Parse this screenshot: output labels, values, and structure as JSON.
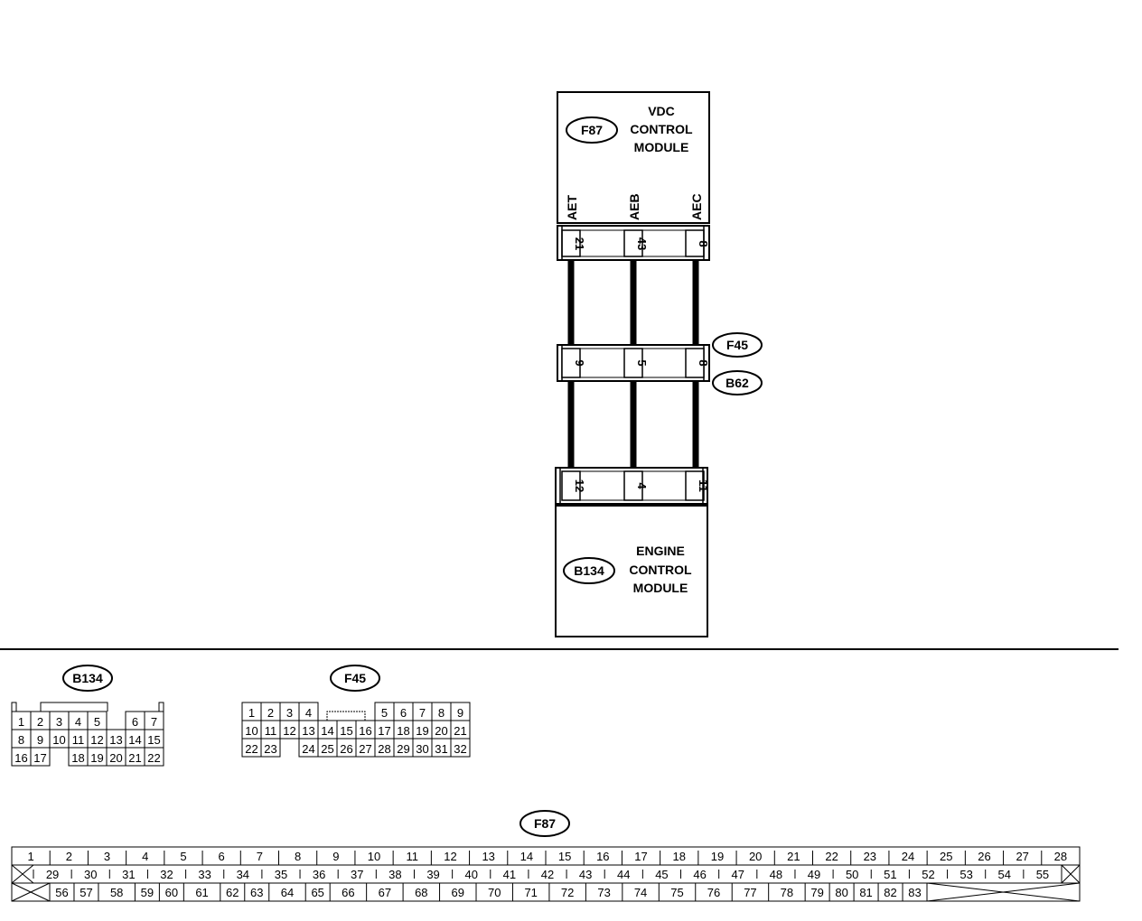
{
  "modules": {
    "vdc": {
      "badge": "F87",
      "name_lines": [
        "VDC",
        "CONTROL",
        "MODULE"
      ],
      "signals": [
        "AET",
        "AEB",
        "AEC"
      ],
      "pins": [
        "21",
        "43",
        "8"
      ]
    },
    "joint": {
      "pins": [
        "9",
        "5",
        "8"
      ],
      "badge_top": "F45",
      "badge_bottom": "B62"
    },
    "ecm": {
      "badge": "B134",
      "name_lines": [
        "ENGINE",
        "CONTROL",
        "MODULE"
      ],
      "pins": [
        "12",
        "4",
        "11"
      ]
    }
  },
  "connectors": {
    "b134": {
      "badge": "B134",
      "rows": [
        [
          "1",
          "2",
          "3",
          "4",
          "5",
          "",
          "6",
          "7"
        ],
        [
          "8",
          "9",
          "10",
          "11",
          "12",
          "13",
          "14",
          "15"
        ],
        [
          "16",
          "17",
          "",
          "18",
          "19",
          "20",
          "21",
          "22"
        ]
      ]
    },
    "f45": {
      "badge": "F45",
      "rows": [
        [
          "1",
          "2",
          "3",
          "4",
          "",
          "",
          "",
          "5",
          "6",
          "7",
          "8",
          "9"
        ],
        [
          "10",
          "11",
          "12",
          "13",
          "14",
          "15",
          "16",
          "17",
          "18",
          "19",
          "20",
          "21"
        ],
        [
          "22",
          "23",
          "",
          "24",
          "25",
          "26",
          "27",
          "28",
          "29",
          "30",
          "31",
          "32"
        ]
      ]
    },
    "f87": {
      "badge": "F87",
      "row1": [
        "1",
        "2",
        "3",
        "4",
        "5",
        "6",
        "7",
        "8",
        "9",
        "10",
        "11",
        "12",
        "13",
        "14",
        "15",
        "16",
        "17",
        "18",
        "19",
        "20",
        "21",
        "22",
        "23",
        "24",
        "25",
        "26",
        "27",
        "28"
      ],
      "row2": [
        "29",
        "30",
        "31",
        "32",
        "33",
        "34",
        "35",
        "36",
        "37",
        "38",
        "39",
        "40",
        "41",
        "42",
        "43",
        "44",
        "45",
        "46",
        "47",
        "48",
        "49",
        "50",
        "51",
        "52",
        "53",
        "54",
        "55"
      ],
      "row3": [
        "56",
        "57",
        "58",
        "59",
        "60",
        "61",
        "62",
        "63",
        "64",
        "65",
        "66",
        "67",
        "68",
        "69",
        "70",
        "71",
        "72",
        "73",
        "74",
        "75",
        "76",
        "77",
        "78",
        "79",
        "80",
        "81",
        "82",
        "83"
      ]
    }
  }
}
